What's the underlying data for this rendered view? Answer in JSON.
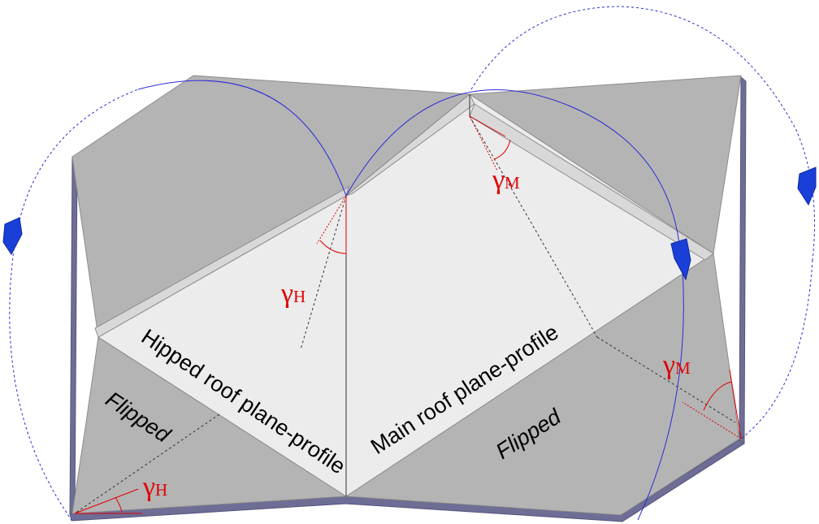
{
  "labels": {
    "hipped_profile": "Hipped roof plane-profile",
    "main_profile": "Main roof plane-profile",
    "flipped_left": "Flipped",
    "flipped_right": "Flipped"
  },
  "angles": {
    "gamma_symbol": "γ",
    "hip_top_sub": "H",
    "main_top_sub": "M",
    "main_right_sub": "M",
    "hip_bottom_sub": "H"
  },
  "colors": {
    "flipped_panel": "#b4b4b4",
    "profile_panel": "#ececec",
    "panel_edge": "#7a7a9c",
    "angle_red": "#e00000",
    "arc_blue": "#2b2bd6",
    "arrow_blue": "#1a3fd8"
  }
}
